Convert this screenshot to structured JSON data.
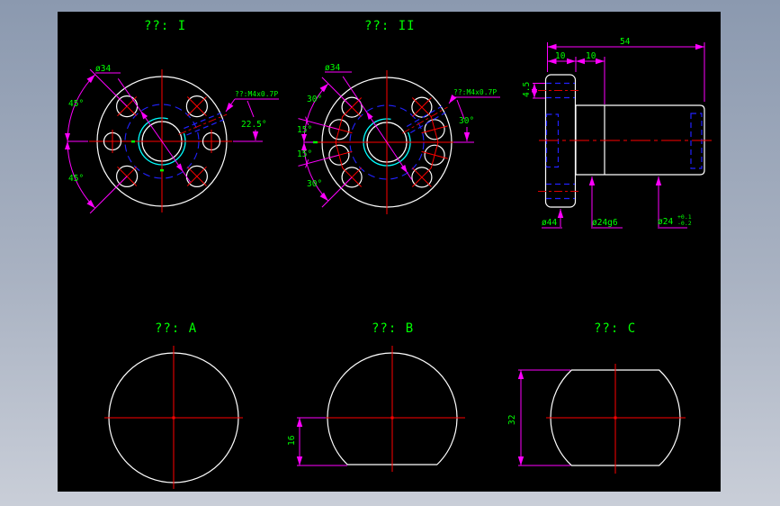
{
  "frame": {
    "gradient_top": "#8b99af",
    "gradient_bottom": "#c9ced8",
    "canvas_background": "#000000"
  },
  "palette": {
    "geometry": "#ffffff",
    "centerline": "#ff0000",
    "hidden_line": "#2222ff",
    "dimension_line": "#ff00ff",
    "dimension_text": "#00ff00",
    "thread_arc": "#00ffff"
  },
  "views": {
    "view1": {
      "title": "??: I",
      "dims": {
        "bolt_circle": "ø34",
        "angle_upper": "45°",
        "angle_lower": "45°",
        "thread_angle": "22.5°",
        "thread_callout": "??:M4x0.7P"
      }
    },
    "view2": {
      "title": "??: II",
      "dims": {
        "bolt_circle": "ø34",
        "angle_left_1": "30°",
        "angle_left_2": "15°",
        "angle_left_3": "15°",
        "angle_left_4": "30°",
        "thread_angle": "30°",
        "thread_callout": "??:M4x0.7P"
      }
    },
    "side": {
      "dims": {
        "overall_length": "54",
        "flange_thickness": "10",
        "journal_length": "10",
        "pilot_hole": "4.5",
        "flange_dia": "ø44",
        "journal_dia": "ø24g6",
        "end_dia": "ø24",
        "end_tol_upper": "+0.1",
        "end_tol_lower": "-0.2"
      }
    },
    "viewA": {
      "title": "??: A"
    },
    "viewB": {
      "title": "??: B",
      "dims": {
        "flat_offset": "16"
      }
    },
    "viewC": {
      "title": "??: C",
      "dims": {
        "across_flats": "32"
      }
    }
  }
}
